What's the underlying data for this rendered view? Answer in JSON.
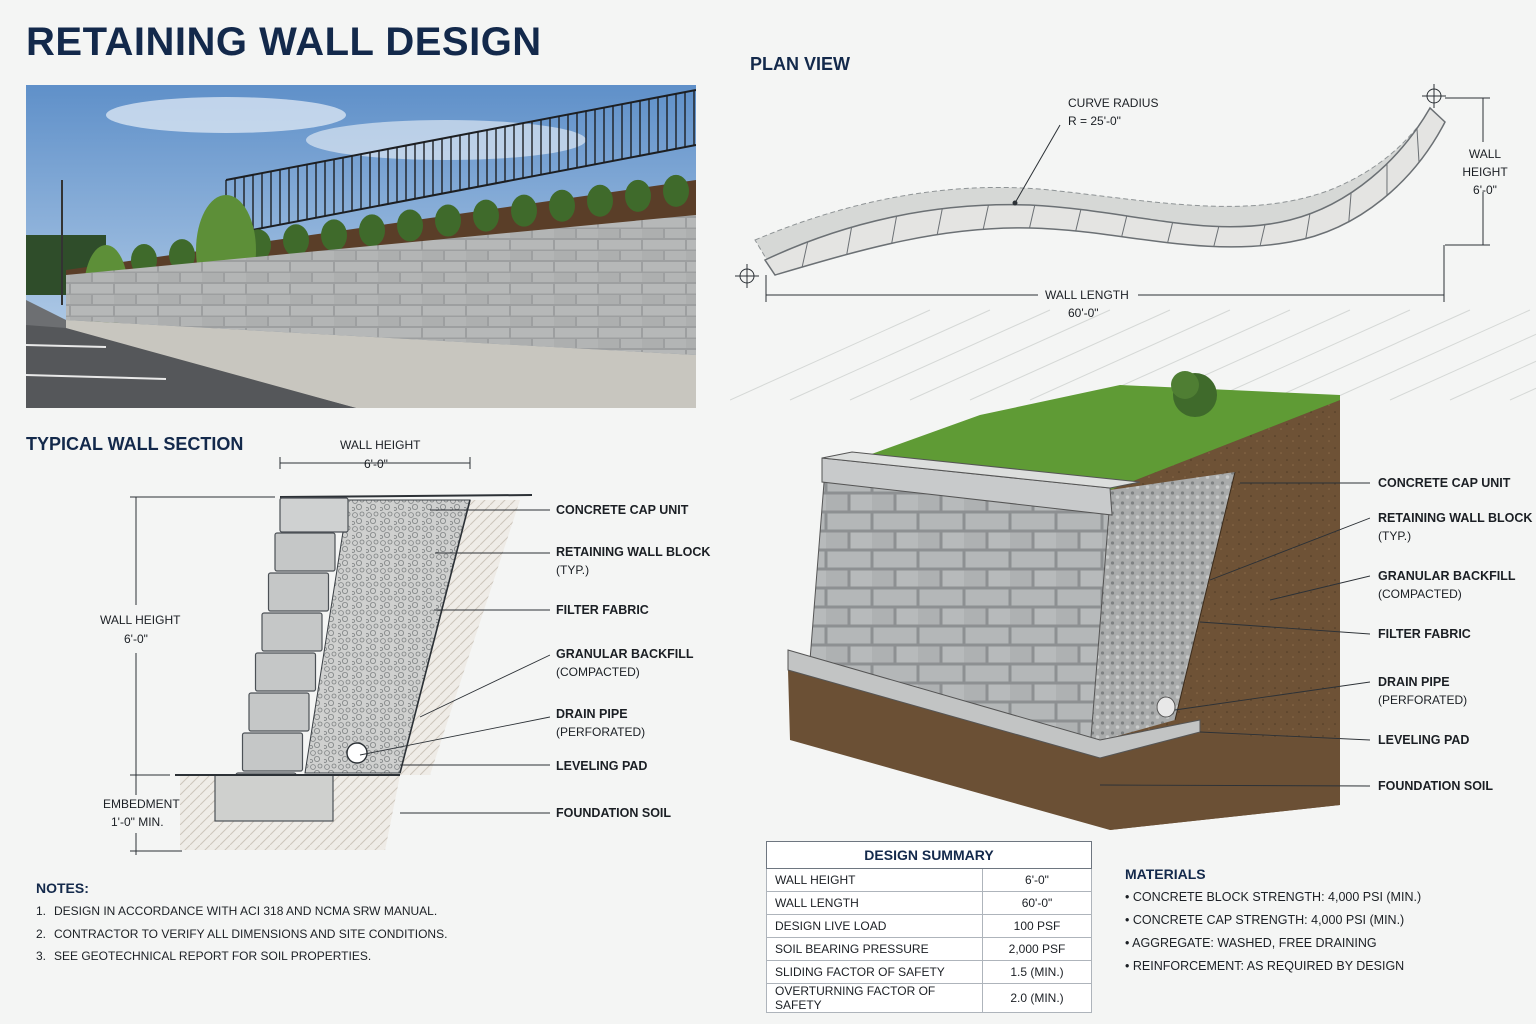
{
  "title": "RETAINING WALL DESIGN",
  "plan_view": {
    "heading": "PLAN VIEW",
    "curve_radius_label": "CURVE RADIUS",
    "curve_radius_value": "R = 25'-0\"",
    "wall_length_label": "WALL LENGTH",
    "wall_length_value": "60'-0\"",
    "wall_height_label_1": "WALL",
    "wall_height_label_2": "HEIGHT",
    "wall_height_value": "6'-0\""
  },
  "section": {
    "heading": "TYPICAL WALL SECTION",
    "top_dim_label": "WALL HEIGHT",
    "top_dim_value": "6'-0\"",
    "left_dim_label": "WALL HEIGHT",
    "left_dim_value": "6'-0\"",
    "embedment_label": "EMBEDMENT",
    "embedment_value": "1'-0\" MIN.",
    "callouts": [
      {
        "label": "CONCRETE CAP UNIT",
        "sub": ""
      },
      {
        "label": "RETAINING WALL BLOCK",
        "sub": "(TYP.)"
      },
      {
        "label": "FILTER FABRIC",
        "sub": ""
      },
      {
        "label": "GRANULAR BACKFILL",
        "sub": "(COMPACTED)"
      },
      {
        "label": "DRAIN PIPE",
        "sub": "(PERFORATED)"
      },
      {
        "label": "LEVELING PAD",
        "sub": ""
      },
      {
        "label": "FOUNDATION SOIL",
        "sub": ""
      }
    ]
  },
  "iso": {
    "callouts": [
      {
        "label": "CONCRETE CAP UNIT",
        "sub": ""
      },
      {
        "label": "RETAINING WALL BLOCK",
        "sub": "(TYP.)"
      },
      {
        "label": "GRANULAR BACKFILL",
        "sub": "(COMPACTED)"
      },
      {
        "label": "FILTER FABRIC",
        "sub": ""
      },
      {
        "label": "DRAIN PIPE",
        "sub": "(PERFORATED)"
      },
      {
        "label": "LEVELING PAD",
        "sub": ""
      },
      {
        "label": "FOUNDATION SOIL",
        "sub": ""
      }
    ]
  },
  "notes": {
    "heading": "NOTES:",
    "items": [
      {
        "num": "1.",
        "text": "DESIGN IN ACCORDANCE WITH ACI 318 AND NCMA SRW MANUAL."
      },
      {
        "num": "2.",
        "text": "CONTRACTOR TO VERIFY ALL DIMENSIONS AND SITE CONDITIONS."
      },
      {
        "num": "3.",
        "text": "SEE GEOTECHNICAL REPORT FOR SOIL PROPERTIES."
      }
    ]
  },
  "summary": {
    "heading": "DESIGN SUMMARY",
    "rows": [
      {
        "label": "WALL HEIGHT",
        "value": "6'-0\""
      },
      {
        "label": "WALL LENGTH",
        "value": "60'-0\""
      },
      {
        "label": "DESIGN LIVE LOAD",
        "value": "100 PSF"
      },
      {
        "label": "SOIL BEARING PRESSURE",
        "value": "2,000 PSF"
      },
      {
        "label": "SLIDING FACTOR OF SAFETY",
        "value": "1.5 (MIN.)"
      },
      {
        "label": "OVERTURNING FACTOR OF SAFETY",
        "value": "2.0 (MIN.)"
      }
    ]
  },
  "materials": {
    "heading": "MATERIALS",
    "items": [
      "CONCRETE BLOCK STRENGTH: 4,000 PSI (MIN.)",
      "CONCRETE CAP STRENGTH: 4,000 PSI (MIN.)",
      "AGGREGATE: WASHED, FREE DRAINING",
      "REINFORCEMENT: AS REQUIRED BY DESIGN"
    ]
  },
  "colors": {
    "heading": "#13294b",
    "block": "#b9bcbd",
    "grass": "#4f8a2c",
    "soil": "#6e5236",
    "gravel": "#a9abab"
  }
}
